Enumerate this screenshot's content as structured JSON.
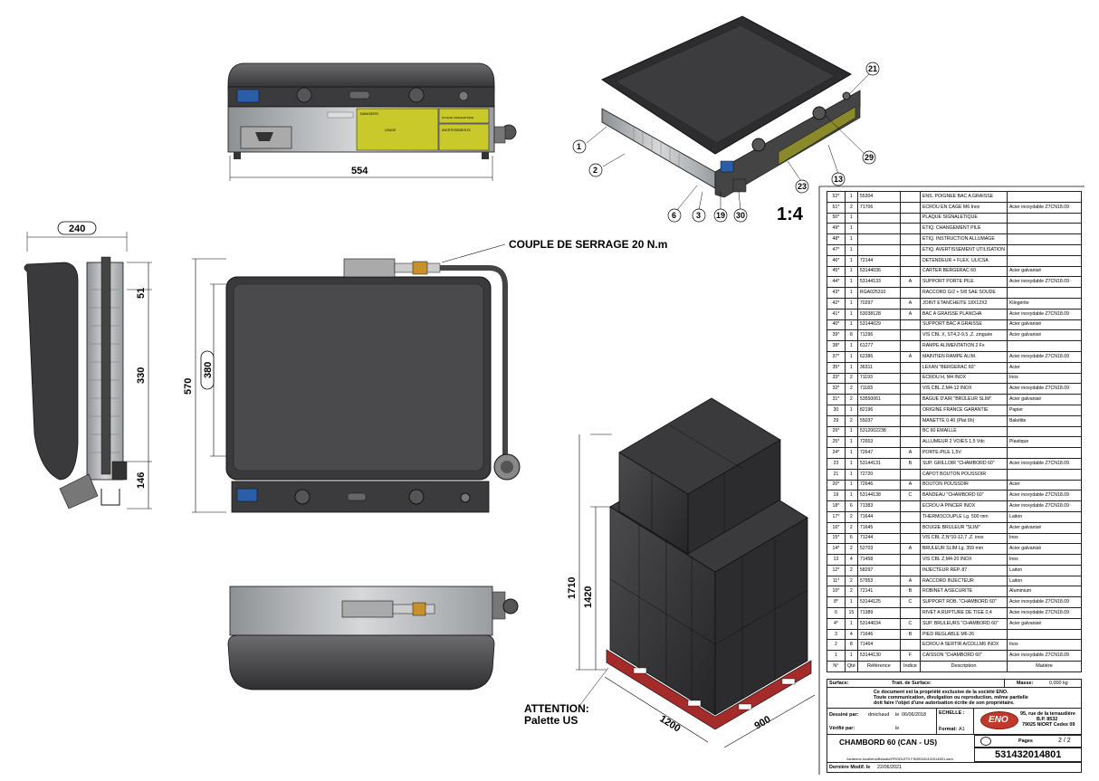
{
  "drawing": {
    "scale": "1:4",
    "torque_note": "COUPLE DE SERRAGE 20 N.m",
    "attention_note": "ATTENTION:",
    "attention_sub": "Palette US",
    "front_panel_labels": [
      "DANGERS",
      "PLAQUE SIGNALETIQUE",
      "AVERTISSEMENTS",
      "USAGE"
    ],
    "dimensions": {
      "front_width": "554",
      "side_depth": "240",
      "side_h_top": "51",
      "side_h_mid": "330",
      "side_h_bot": "146",
      "top_depth": "570",
      "top_inner": "380",
      "pallet_h_total": "1710",
      "pallet_h_load": "1420",
      "pallet_l": "1200",
      "pallet_w": "900"
    },
    "callouts": [
      "1",
      "2",
      "6",
      "3",
      "19",
      "30",
      "23",
      "13",
      "29",
      "21"
    ],
    "colors": {
      "body_dark": "#3a3a3c",
      "steel": "#b9bcbf",
      "label_yellow": "#c9c92c",
      "pallet_red": "#a52a2a",
      "knob_blue": "#2a5ea8"
    }
  },
  "bom": {
    "headers": [
      "N°",
      "Qté",
      "Référence",
      "Indice",
      "Description",
      "Matière"
    ],
    "rows": [
      [
        "52*",
        "1",
        "55304",
        "",
        "ENS. POIGNEE BAC A GRAISSE",
        ""
      ],
      [
        "51*",
        "2",
        "71706",
        "",
        "ECROU EN CAGE M6 Inox",
        "Acier inoxydable Z7CN18.09"
      ],
      [
        "50*",
        "1",
        "",
        "",
        "PLAQUE SIGNALETIQUE",
        ""
      ],
      [
        "49*",
        "1",
        "",
        "",
        "ETIQ. CHANGEMENT PILE",
        ""
      ],
      [
        "48*",
        "1",
        "",
        "",
        "ETIQ. INSTRUCTION ALLUMAGE",
        ""
      ],
      [
        "47*",
        "1",
        "",
        "",
        "ETIQ. AVERTISSEMENT UTILISATION",
        ""
      ],
      [
        "46*",
        "1",
        "72144",
        "",
        "DETENDEUR + FLEX. UL/CSA",
        ""
      ],
      [
        "45*",
        "1",
        "53144036",
        "",
        "CARTER BERGERAC 60",
        "Acier galvanisé"
      ],
      [
        "44*",
        "1",
        "53144133",
        "A",
        "SUPPORT PORTE PILE",
        "Acier inoxydable Z7CN18.09"
      ],
      [
        "43*",
        "1",
        "RGA025310",
        "",
        "RACCORD G/2 + 5/8 SAE SOUDE",
        ""
      ],
      [
        "42*",
        "1",
        "70297",
        "A",
        "JOINT ETANCHEITE 18X12X2",
        "Klingérite"
      ],
      [
        "41*",
        "1",
        "53038128",
        "A",
        "BAC A GRAISSE PLANCHA",
        "Acier inoxydable Z7CN18.09"
      ],
      [
        "40*",
        "1",
        "53144029",
        "",
        "SUPPORT BAC A GRAISSE",
        "Acier galvanisé"
      ],
      [
        "39*",
        "8",
        "71296",
        "",
        "VIS CBL X, ST4,2-9,5 ,Z. zinguée",
        "Acier galvanisé"
      ],
      [
        "38*",
        "1",
        "61277",
        "",
        "RAMPE ALIMENTATION 2 Fx",
        ""
      ],
      [
        "37*",
        "1",
        "62386",
        "A",
        "MAINTIEN RAMPE ALIM.",
        "Acier inoxydable Z7CN18.09"
      ],
      [
        "35*",
        "1",
        "36311",
        "",
        "LEXAN \"BERGERAC 60\"",
        "Acier"
      ],
      [
        "33*",
        "2",
        "71193",
        "",
        "ECROU H, M4 INOX",
        "Inox"
      ],
      [
        "32*",
        "2",
        "71183",
        "",
        "VIS CBL Z,M4-12 INOX",
        "Acier inoxydable Z7CN18.09"
      ],
      [
        "31*",
        "2",
        "53550061",
        "",
        "BAGUE D'AIR \"BRÛLEUR SLIM\"",
        "Acier galvanisé"
      ],
      [
        "30",
        "1",
        "82196",
        "",
        "ORIGINE FRANCE GARANTIE",
        "Papier"
      ],
      [
        "29",
        "2",
        "55037",
        "",
        "MANETTE 0.40 (Plat 6h)",
        "Bakélite"
      ],
      [
        "26*",
        "1",
        "5312002238",
        "",
        "BC 60 EMAILLE",
        ""
      ],
      [
        "25*",
        "1",
        "72653",
        "",
        "ALLUMEUR 2 VOIES 1,5 Vdc",
        "Plastique"
      ],
      [
        "24*",
        "1",
        "72647",
        "A",
        "PORTE-PILE 1,5V",
        ""
      ],
      [
        "23",
        "1",
        "53144131",
        "B",
        "SUP. GRILLOIR \"CHAMBORD 60\"",
        "Acier inoxydable Z7CN18.09"
      ],
      [
        "21",
        "1",
        "72720",
        "",
        "CAPOT BOUTON POUSSOIR",
        ""
      ],
      [
        "20*",
        "1",
        "72646",
        "A",
        "BOUTON POUSSOIR",
        "Acier"
      ],
      [
        "19",
        "1",
        "53144138",
        "C",
        "BANDEAU \"CHAMBORD 60\"",
        "Acier inoxydable Z7CN18.09"
      ],
      [
        "18*",
        "6",
        "71383",
        "",
        "ECROU A PINCER INOX",
        "Acier inoxydable Z7CN18.09"
      ],
      [
        "17*",
        "2",
        "71644",
        "",
        "THERMOCOUPLE Lg. 500 mm",
        "Laiton"
      ],
      [
        "16*",
        "2",
        "71645",
        "",
        "BOUGIE BRULEUR \"SLIM\"",
        "Acier galvanisé"
      ],
      [
        "15*",
        "6",
        "71244",
        "",
        "VIS CBL Z,N°10-12,7 ,Z. inox",
        "Inox"
      ],
      [
        "14*",
        "2",
        "52703",
        "A",
        "BRULEUR SLIM Lg. 359 mm",
        "Acier galvanisé"
      ],
      [
        "13",
        "4",
        "71458",
        "",
        "VIS CBL Z,M4-20 INOX",
        "Inox"
      ],
      [
        "12*",
        "2",
        "58297",
        "",
        "INJECTEUR REP. 87",
        "Laiton"
      ],
      [
        "11*",
        "2",
        "57953",
        "A",
        "RACCORD INJECTEUR",
        "Laiton"
      ],
      [
        "10*",
        "2",
        "72141",
        "B",
        "ROBINET A/SECURITE",
        "Aluminium"
      ],
      [
        "8*",
        "1",
        "53144125",
        "C",
        "SUPPORT ROB. \"CHAMBORD 60\"",
        "Acier inoxydable Z7CN18.09"
      ],
      [
        "6",
        "15",
        "71389",
        "",
        "RIVET A RUPTURE DE TIGE 0,4",
        "Acier inoxydable Z7CN18.09"
      ],
      [
        "4*",
        "1",
        "53144034",
        "C",
        "SUP. BRULEURS \"CHAMBORD 60\"",
        "Acier galvanisé"
      ],
      [
        "3",
        "4",
        "71646",
        "B",
        "PIED REGLABLE M6-26",
        ""
      ],
      [
        "2",
        "8",
        "71464",
        "",
        "ECROU A SERTIR A/COLLM6 INOX",
        "Inox"
      ],
      [
        "1",
        "1",
        "53144130",
        "F",
        "CAISSON \"CHAMBORD 60\"",
        "Acier inoxydable Z7CN18.09"
      ]
    ]
  },
  "titleblock": {
    "surface_lbl": "Surface:",
    "trait_lbl": "Trait. de Surface:",
    "masse_lbl": "Masse:",
    "masse_val": "0,000 kg",
    "notice1": "Ce document est la propriété exclusive de la société ENO.",
    "notice2": "Toute communication, divulgation ou reproduction, même partielle",
    "notice3": "doit faire l'objet d'une autorisation écrite de son propriétaire.",
    "dessine_lbl": "Dessiné par:",
    "dessine_val": "dmichaud",
    "date_lbl": "le",
    "date_val": "06/06/2018",
    "echelle_lbl": "ECHELLE :",
    "verifie_lbl": "Vérifié par:",
    "verifie_le": "le",
    "format_lbl": "Format:",
    "format_val": "A1",
    "logo": "ENO",
    "addr1": "95, rue de la terraudière",
    "addr2": "B.P. 8532",
    "addr3": "79025 NIORT Cedex 09",
    "title": "CHAMBORD 60 (CAN - US)",
    "pages_lbl": "Pages",
    "pages_val": "2 / 2",
    "part_no": "531432014801",
    "path": "\\\\antenne.local\\eno\\Bstudio\\PRODUITS FINIS\\531432014801.asm",
    "modif_lbl": "Dernière Modif. le",
    "modif_val": "22/06/2021"
  }
}
